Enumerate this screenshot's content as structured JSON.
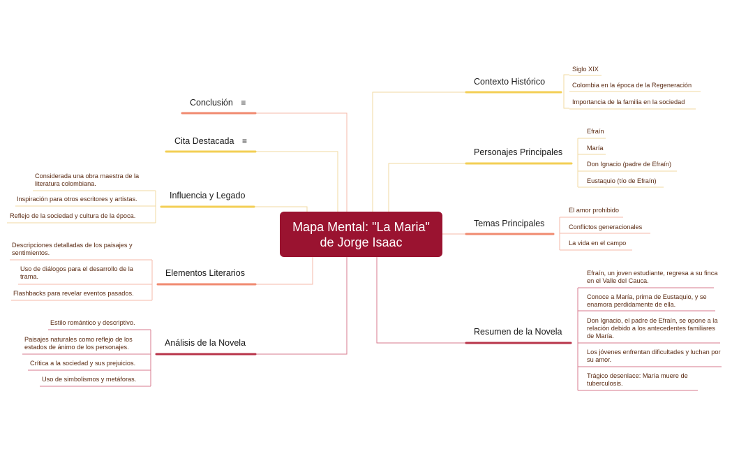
{
  "central": "Mapa Mental: \"La Maria\" de Jorge Isaac",
  "note_icon": "notes-icon",
  "colors": {
    "central": "#9a1330",
    "yellow": "#f3cf55",
    "salmon": "#f08a70",
    "red": "#b8344a",
    "light_yellow": "#f1d9a0",
    "light_salmon": "#f5b8a8",
    "light_red": "#d77a8c"
  },
  "right": {
    "contexto": {
      "label": "Contexto Histórico",
      "items": [
        "Siglo XIX",
        "Colombia en la época de la Regeneración",
        "Importancia de la familia en la sociedad"
      ]
    },
    "personajes": {
      "label": "Personajes Principales",
      "items": [
        "Efraín",
        "María",
        "Don Ignacio (padre de Efraín)",
        "Eustaquio (tío de Efraín)"
      ]
    },
    "temas": {
      "label": "Temas Principales",
      "items": [
        "El amor prohibido",
        "Conflictos generacionales",
        "La vida en el campo"
      ]
    },
    "resumen": {
      "label": "Resumen de la Novela",
      "items": [
        "Efraín, un joven estudiante, regresa a su finca en el Valle del Cauca.",
        "Conoce a María, prima de Eustaquio, y se enamora perdidamente de ella.",
        "Don Ignacio, el padre de Efraín, se opone a la relación debido a los antecedentes familiares de María.",
        "Los jóvenes enfrentan dificultades y luchan por su amor.",
        "Trágico desenlace: María muere de tuberculosis."
      ]
    }
  },
  "left": {
    "conclusion": {
      "label": "Conclusión"
    },
    "cita": {
      "label": "Cita Destacada"
    },
    "influencia": {
      "label": "Influencia y Legado",
      "items": [
        "Considerada una obra maestra de la literatura colombiana.",
        "Inspiración para otros escritores y artistas.",
        "Reflejo de la sociedad y cultura de la época."
      ]
    },
    "elementos": {
      "label": "Elementos Literarios",
      "items": [
        "Descripciones detalladas de los paisajes y sentimientos.",
        "Uso de diálogos para el desarrollo de la trama.",
        "Flashbacks para revelar eventos pasados."
      ]
    },
    "analisis": {
      "label": "Análisis de la Novela",
      "items": [
        "Estilo romántico y descriptivo.",
        "Paisajes naturales como reflejo de los estados de ánimo de los personajes.",
        "Crítica a la sociedad y sus prejuicios.",
        "Uso de simbolismos y metáforas."
      ]
    }
  }
}
